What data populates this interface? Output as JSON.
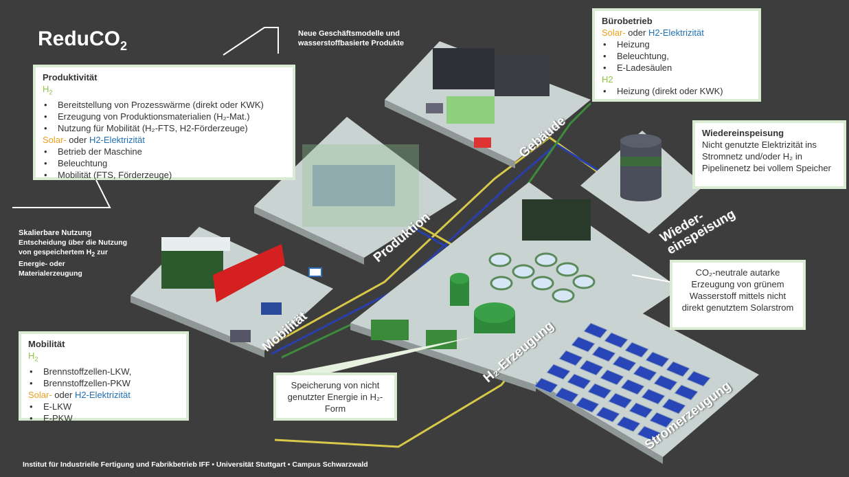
{
  "title": "ReduCO",
  "title_sub": "2",
  "top_note": "Neue Geschäftsmodelle und wasserstoffbasierte Produkte",
  "skalierbar": {
    "heading": "Skalierbare Nutzung",
    "text1": "Entscheidung über die Nutzung von gespeichertem",
    "h": "H",
    "sub": "2",
    "text2": " zur Energie- oder Materialerzeugung"
  },
  "produktivitaet": {
    "heading": "Produktivität",
    "h2": "H",
    "h2sub": "2",
    "h2_items": [
      "Bereitstellung von Prozesswärme (direkt oder KWK)",
      "Erzeugung von Produktionsmaterialien (H₂-Mat.)",
      "Nutzung für Mobilität (H₂-FTS, H2-Förderzeuge)"
    ],
    "solar": "Solar-",
    "oder": " oder ",
    "h2el": "H2-Elektrizität",
    "el_items": [
      "Betrieb der Maschine",
      "Beleuchtung",
      "Mobilität (FTS, Förderzeuge)"
    ]
  },
  "buero": {
    "heading": "Bürobetrieb",
    "solar": "Solar-",
    "oder": " oder ",
    "h2el": "H2-Elektrizität",
    "el_items": [
      "Heizung",
      "Beleuchtung,",
      "E-Ladesäulen"
    ],
    "h2": "H2",
    "h2_items": [
      "Heizung (direkt oder KWK)"
    ]
  },
  "wieder": {
    "heading": "Wiedereinspeisung",
    "text": "Nicht genutzte Elektrizität ins Stromnetz und/oder H₂ in Pipelinenetz bei vollem Speicher"
  },
  "co2": {
    "text": "CO₂-neutrale autarke Erzeugung von grünem Wasserstoff mittels nicht direkt genutztem Solarstrom"
  },
  "speicher": {
    "text": "Speicherung von nicht genutzter Energie in H₂-Form"
  },
  "mobilitaet": {
    "heading": "Mobilität",
    "h2": "H",
    "h2sub": "2",
    "h2_items": [
      "Brennstoffzellen-LKW,",
      "Brennstoffzellen-PKW"
    ],
    "solar": "Solar-",
    "oder": " oder ",
    "h2el": "H2-Elektrizität",
    "el_items": [
      "E-LKW",
      "E-PKW"
    ]
  },
  "platforms": {
    "gebaeude": "Gebäude",
    "produktion": "Produktion",
    "mobilitaet": "Mobilität",
    "h2": "H₂-Erzeugung",
    "strom": "Stromerzeugung",
    "wieder1": "Wieder-",
    "wieder2": "einspeisung"
  },
  "footer": "Institut für Industrielle Fertigung und Fabrikbetrieb IFF • Universität Stuttgart • Campus Schwarzwald",
  "colors": {
    "bg": "#3d3d3d",
    "green": "#8cc63f",
    "orange": "#f0a020",
    "blue": "#1f6fb5",
    "pipe_yellow": "#d8c84a",
    "pipe_blue": "#2a3fae",
    "pipe_green": "#3c8c3c"
  }
}
